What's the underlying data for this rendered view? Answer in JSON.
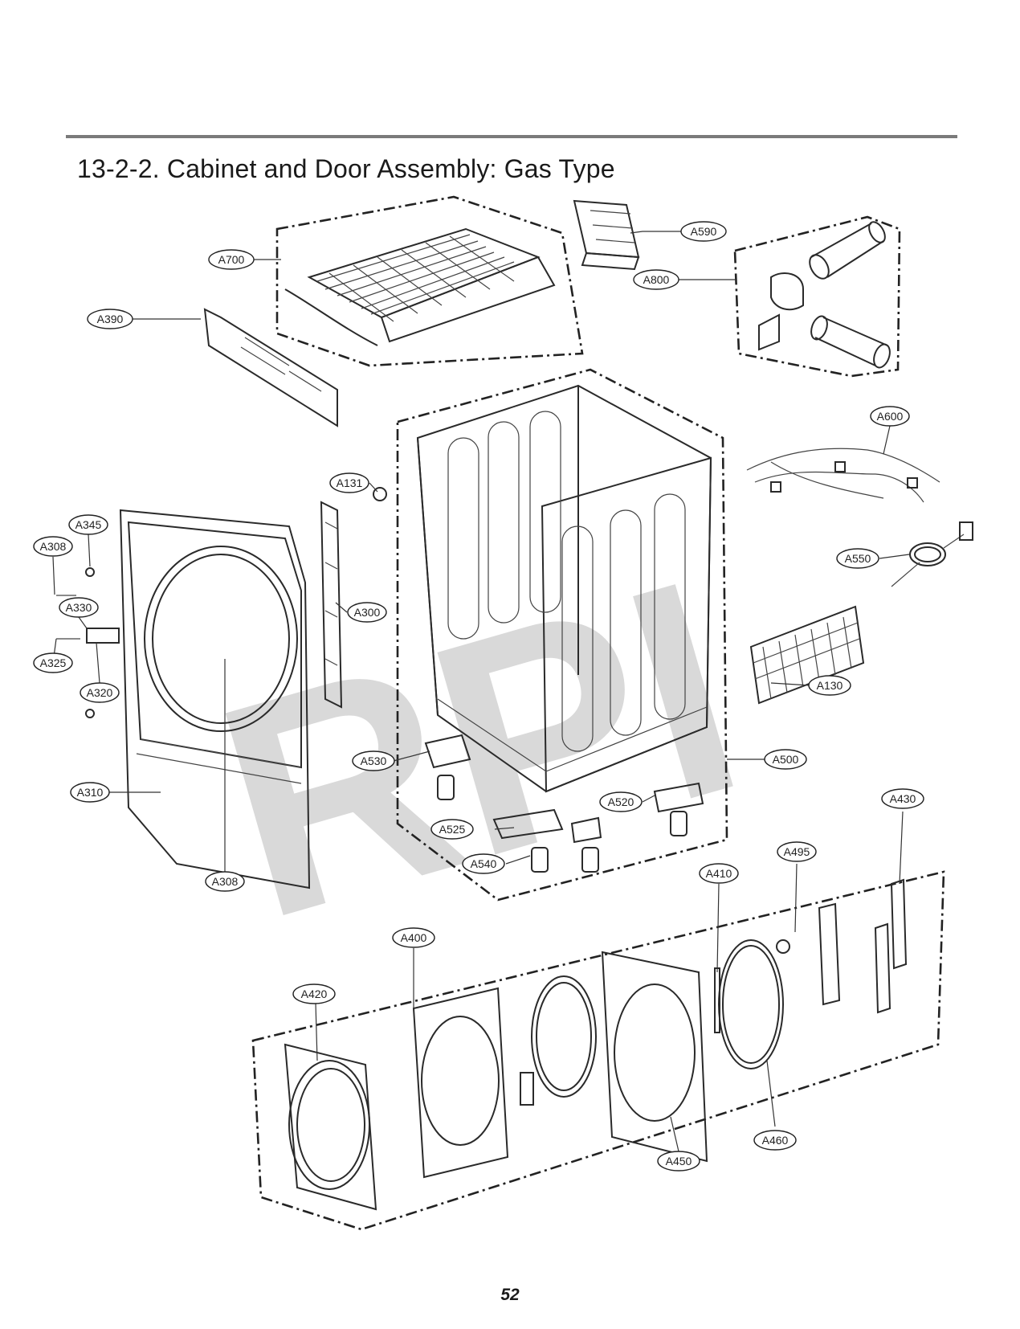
{
  "header": {
    "title": "13-2-2. Cabinet and Door Assembly: Gas Type"
  },
  "footer": {
    "page_number": "52"
  },
  "watermark": {
    "text": "RPI"
  },
  "callouts": [
    {
      "id": "a590",
      "label": "A590"
    },
    {
      "id": "a700",
      "label": "A700"
    },
    {
      "id": "a800",
      "label": "A800"
    },
    {
      "id": "a390",
      "label": "A390"
    },
    {
      "id": "a600",
      "label": "A600"
    },
    {
      "id": "a131",
      "label": "A131"
    },
    {
      "id": "a345",
      "label": "A345"
    },
    {
      "id": "a308-top",
      "label": "A308"
    },
    {
      "id": "a550",
      "label": "A550"
    },
    {
      "id": "a330",
      "label": "A330"
    },
    {
      "id": "a300",
      "label": "A300"
    },
    {
      "id": "a325",
      "label": "A325"
    },
    {
      "id": "a320",
      "label": "A320"
    },
    {
      "id": "a130",
      "label": "A130"
    },
    {
      "id": "a530",
      "label": "A530"
    },
    {
      "id": "a500",
      "label": "A500"
    },
    {
      "id": "a310",
      "label": "A310"
    },
    {
      "id": "a520",
      "label": "A520"
    },
    {
      "id": "a430",
      "label": "A430"
    },
    {
      "id": "a525",
      "label": "A525"
    },
    {
      "id": "a495",
      "label": "A495"
    },
    {
      "id": "a540",
      "label": "A540"
    },
    {
      "id": "a308-bottom",
      "label": "A308"
    },
    {
      "id": "a410",
      "label": "A410"
    },
    {
      "id": "a400",
      "label": "A400"
    },
    {
      "id": "a420",
      "label": "A420"
    },
    {
      "id": "a460",
      "label": "A460"
    },
    {
      "id": "a450",
      "label": "A450"
    }
  ]
}
